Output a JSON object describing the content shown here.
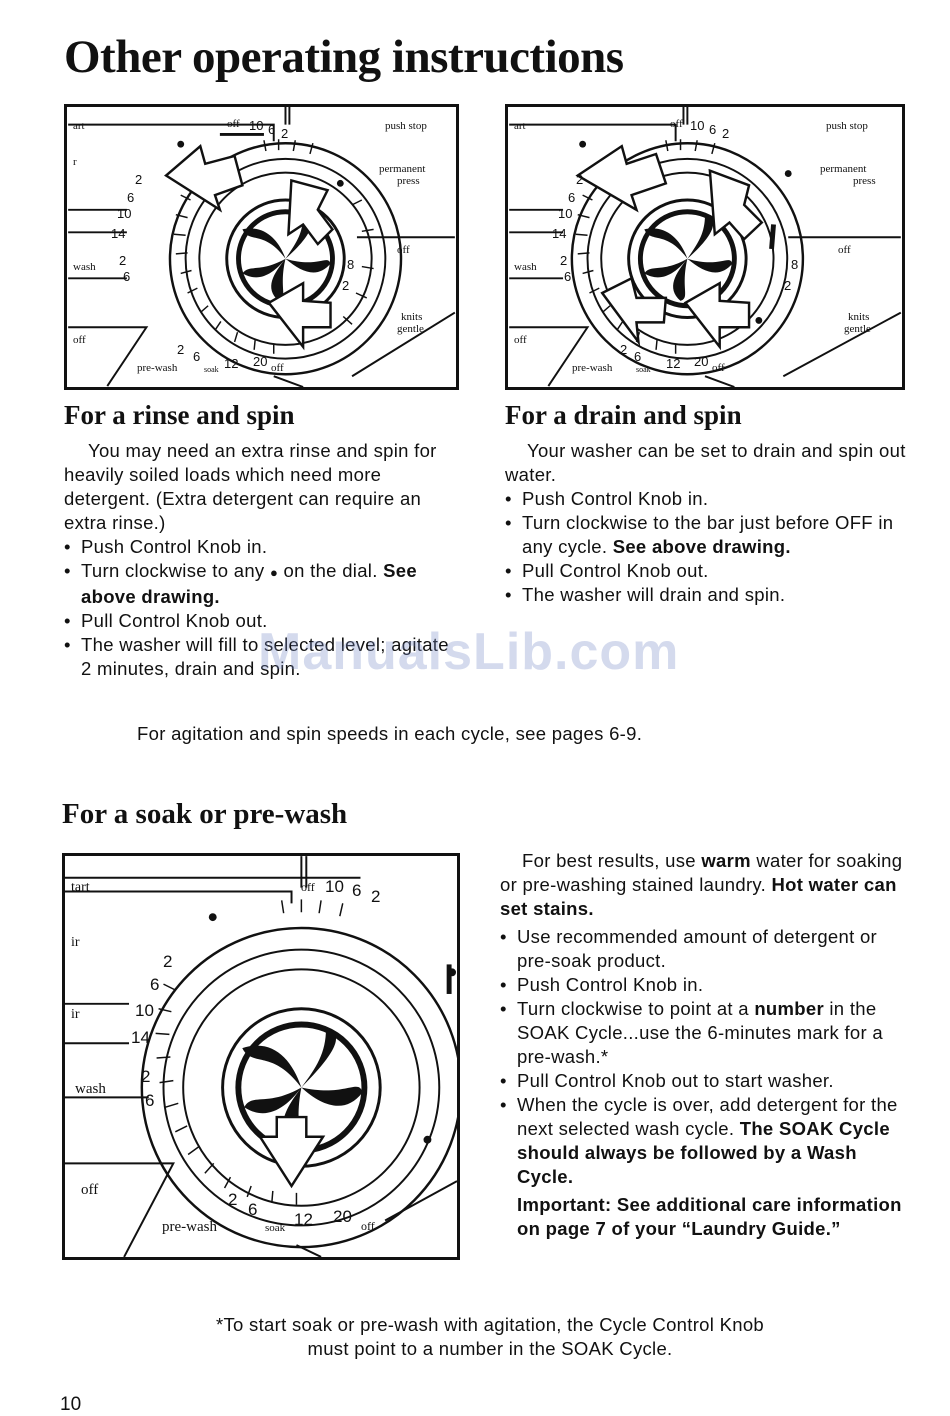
{
  "page_title": "Other operating instructions",
  "dial": {
    "top_left": "art",
    "left_line1": "r",
    "left_line2": "r",
    "wash": "wash",
    "off_left": "off",
    "off_top": "off",
    "push_stop": "push stop",
    "permanent": "permanent",
    "press": "press",
    "off_right": "off",
    "knits": "knits",
    "gentle": "gentle",
    "pre_wash": "pre-wash",
    "soak": "soak",
    "off_bottom": "off",
    "n10": "10",
    "n6": "6",
    "n2": "2",
    "l2": "2",
    "l6": "6",
    "l10": "10",
    "l14": "14",
    "w2": "2",
    "w6": "6",
    "r8": "8",
    "r2": "2",
    "p2": "2",
    "p6": "6",
    "p12": "12",
    "p20": "20",
    "big_top_left": "tart",
    "big_left1": "ir",
    "big_left2": "ir"
  },
  "rinse": {
    "heading": "For a rinse and spin",
    "intro": "You may need an extra rinse and spin for heavily soiled loads which need more detergent. (Extra detergent can require an extra rinse.)",
    "b1": "Push Control Knob in.",
    "b2a": "Turn clockwise to any ",
    "b2_dot": "●",
    "b2b": " on the dial.",
    "b2_bold": "See above drawing.",
    "b3": "Pull Control Knob out.",
    "b4": "The washer will fill to selected level; agitate 2 minutes, drain and spin."
  },
  "drain": {
    "heading": "For a drain and spin",
    "intro": "Your washer can be set to drain and spin out water.",
    "b1": "Push Control Knob in.",
    "b2": "Turn clockwise to the bar just before OFF in any cycle. ",
    "b2_bold": "See above drawing.",
    "b3": "Pull Control Knob out.",
    "b4": "The washer will drain and spin."
  },
  "speeds_note": "For agitation and spin speeds in each cycle, see pages 6-9.",
  "soak": {
    "heading": "For a soak or pre-wash",
    "intro_a": "For best results, use ",
    "intro_warm": "warm",
    "intro_b": " water for soaking or pre-washing stained laundry. ",
    "intro_bold": "Hot water can set stains.",
    "b1": "Use recommended amount of detergent or pre-soak product.",
    "b2": "Push Control Knob in.",
    "b3a": "Turn clockwise to point at a ",
    "b3_bold": "number",
    "b3b": " in the SOAK Cycle...use the 6-minutes mark for a pre-wash.*",
    "b4": "Pull Control Knob out to start washer.",
    "b5a": "When the cycle is over, add detergent for the next selected wash cycle. ",
    "b5_bold": "The SOAK Cycle should always be followed by a Wash Cycle.",
    "important": "Important: See additional care information on page 7 of your “Laundry Guide.”"
  },
  "footnote_line1": "*To start soak or pre-wash with agitation, the Cycle Control Knob",
  "footnote_line2": "must point to a number in the SOAK Cycle.",
  "watermark": "ManualsLib.com",
  "page_number": "10"
}
